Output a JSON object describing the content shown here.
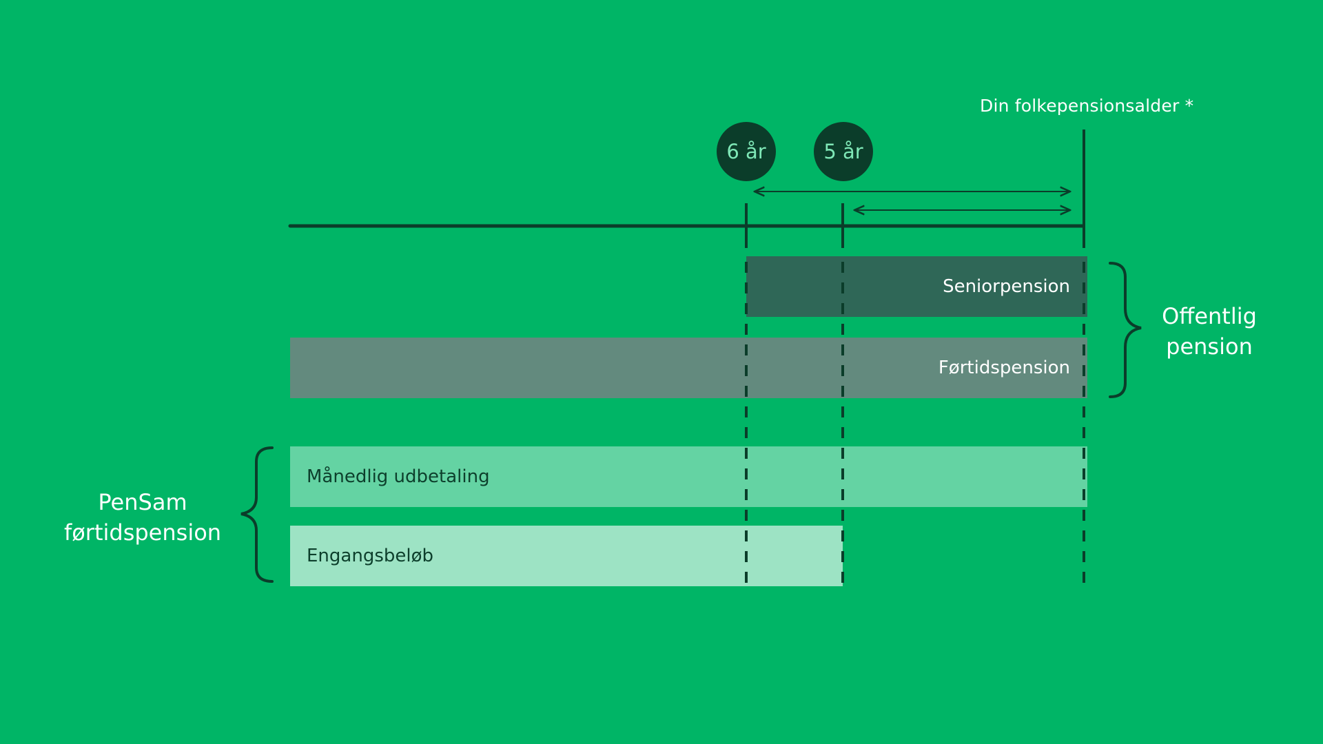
{
  "folkepension_label": "Din folkepensionsalder *",
  "badges": {
    "six_years": "6 år",
    "five_years": "5 år"
  },
  "bars": {
    "seniorpension": "Seniorpension",
    "fortidspension": "Førtidspension",
    "maanedlig": "Månedlig udbetaling",
    "engangsbelob": "Engangsbeløb"
  },
  "groups": {
    "offentlig": {
      "line1": "Offentlig",
      "line2": "pension"
    },
    "pensam": {
      "line1": "PenSam",
      "line2": "førtidspension"
    }
  },
  "colors": {
    "background": "#00b566",
    "dark": "#0b3d2a",
    "seniorpension": "#2f6757",
    "fortidspension": "#638a7e",
    "maanedlig": "#64d3a3",
    "engangsbelob": "#9de3c4"
  }
}
